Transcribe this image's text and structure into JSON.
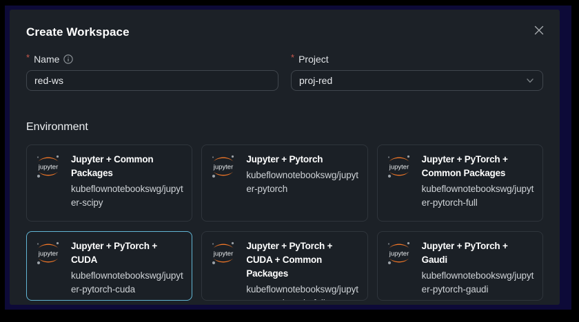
{
  "modal": {
    "title": "Create Workspace",
    "required_marker": "*",
    "close_icon": "close-x"
  },
  "form": {
    "name": {
      "label": "Name",
      "value": "red-ws",
      "info_icon": "info-circle"
    },
    "project": {
      "label": "Project",
      "value": "proj-red",
      "dropdown_icon": "chevron-down"
    }
  },
  "environment": {
    "heading": "Environment",
    "cards": [
      {
        "logo": "jupyter-logo",
        "title": "Jupyter + Common Packages",
        "image": "kubeflownotebookswg/jupyter-scipy",
        "selected": false
      },
      {
        "logo": "jupyter-logo",
        "title": "Jupyter + Pytorch",
        "image": "kubeflownotebookswg/jupyter-pytorch",
        "selected": false
      },
      {
        "logo": "jupyter-logo",
        "title": "Jupyter + PyTorch + Common Packages",
        "image": "kubeflownotebookswg/jupyter-pytorch-full",
        "selected": false
      },
      {
        "logo": "jupyter-logo",
        "title": "Jupyter + PyTorch + CUDA",
        "image": "kubeflownotebookswg/jupyter-pytorch-cuda",
        "selected": true
      },
      {
        "logo": "jupyter-logo",
        "title": "Jupyter + PyTorch + CUDA + Common Packages",
        "image": "kubeflownotebookswg/jupyter-pytorch-cuda-full",
        "selected": false
      },
      {
        "logo": "jupyter-logo",
        "title": "Jupyter + PyTorch + Gaudi",
        "image": "kubeflownotebookswg/jupyter-pytorch-gaudi",
        "selected": false
      }
    ]
  },
  "colors": {
    "backdrop": "#0d0a38",
    "modal_bg": "#1c2127",
    "selected_border": "#62b7d6",
    "required": "#c9584c",
    "jupyter_orange": "#f37726"
  }
}
